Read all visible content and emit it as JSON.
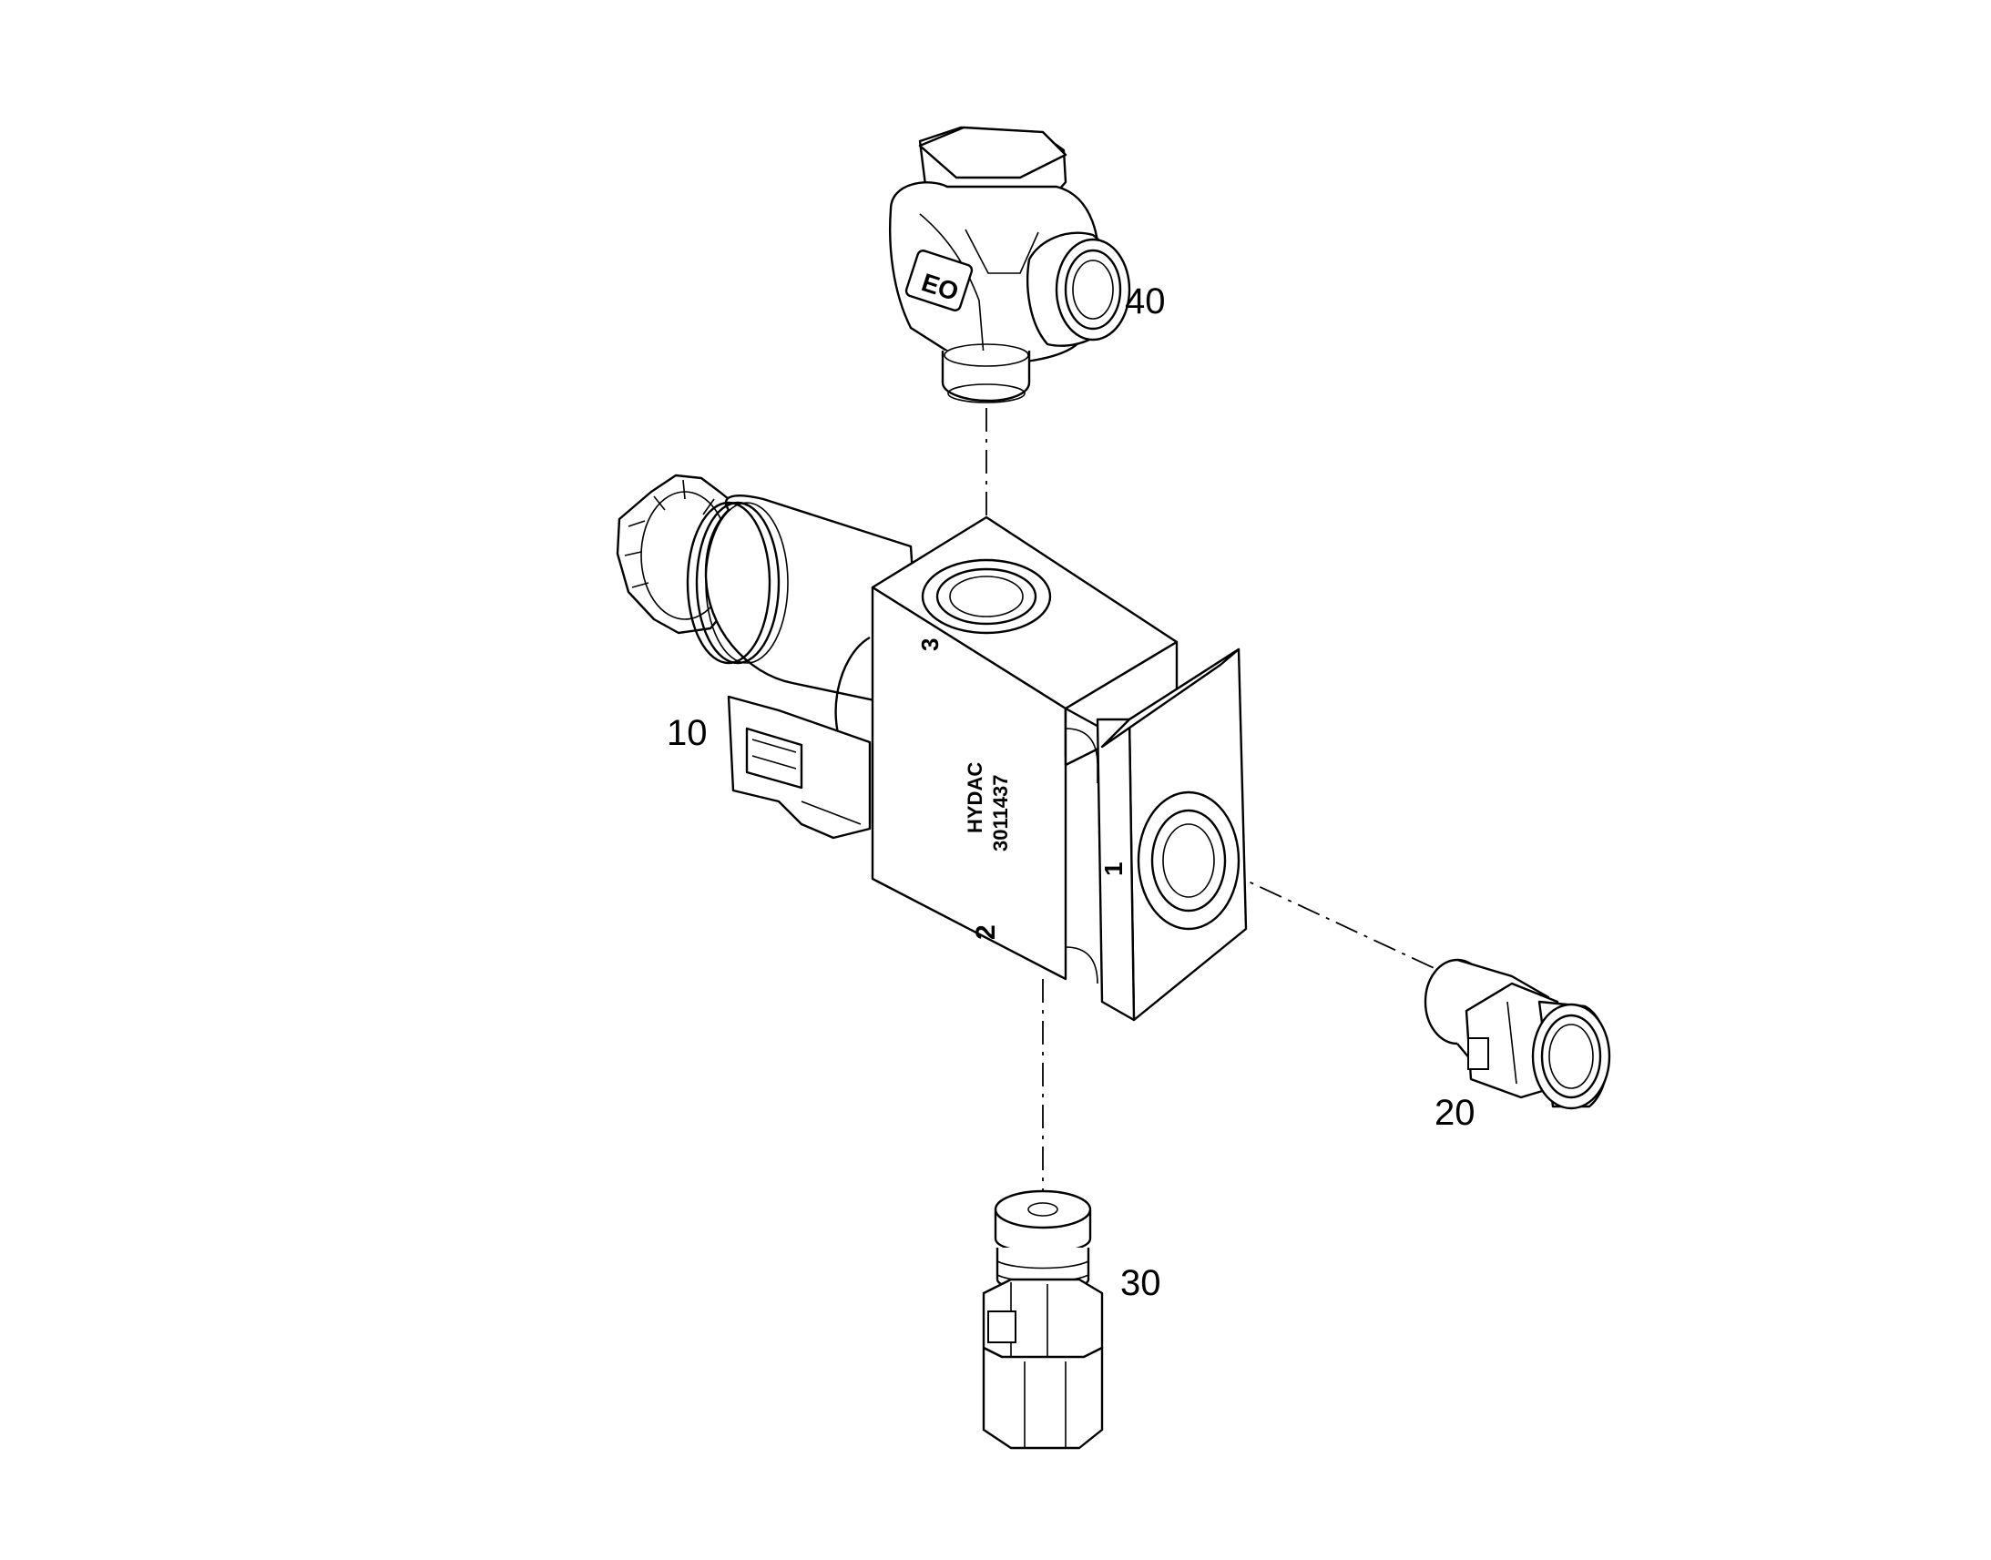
{
  "diagram": {
    "parts": [
      {
        "id": "valve-block",
        "callout": "10",
        "port_labels": [
          "1",
          "2",
          "3"
        ],
        "nameplate": [
          "HYDAC",
          "3011437"
        ]
      },
      {
        "id": "straight-fitting",
        "callout": "20"
      },
      {
        "id": "male-connector",
        "callout": "30"
      },
      {
        "id": "tee-fitting",
        "callout": "40"
      }
    ],
    "fitting_logo": "EO",
    "colors": {
      "line": "#000000",
      "background": "#ffffff"
    }
  }
}
